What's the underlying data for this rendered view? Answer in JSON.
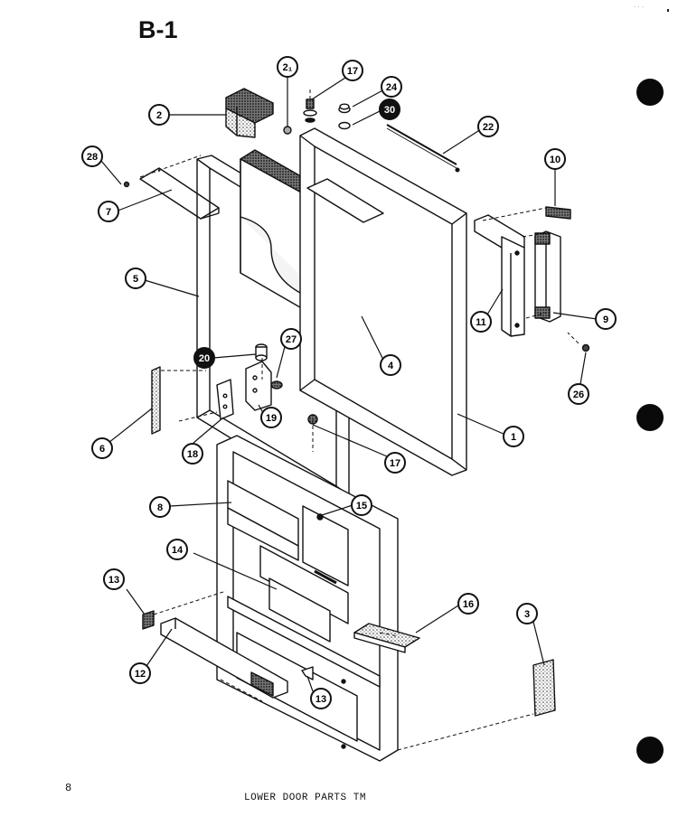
{
  "title": "B-1",
  "page_number": "8",
  "caption": "LOWER DOOR PARTS  TM",
  "corner_mark": "· ·  ·",
  "callouts": [
    "2",
    "2₁",
    "17",
    "24",
    "30",
    "22",
    "28",
    "7",
    "5",
    "10",
    "11",
    "9",
    "26",
    "4",
    "27",
    "20",
    "19",
    "18",
    "6",
    "1",
    "17",
    "8",
    "15",
    "14",
    "13",
    "16",
    "3",
    "12",
    "13"
  ]
}
